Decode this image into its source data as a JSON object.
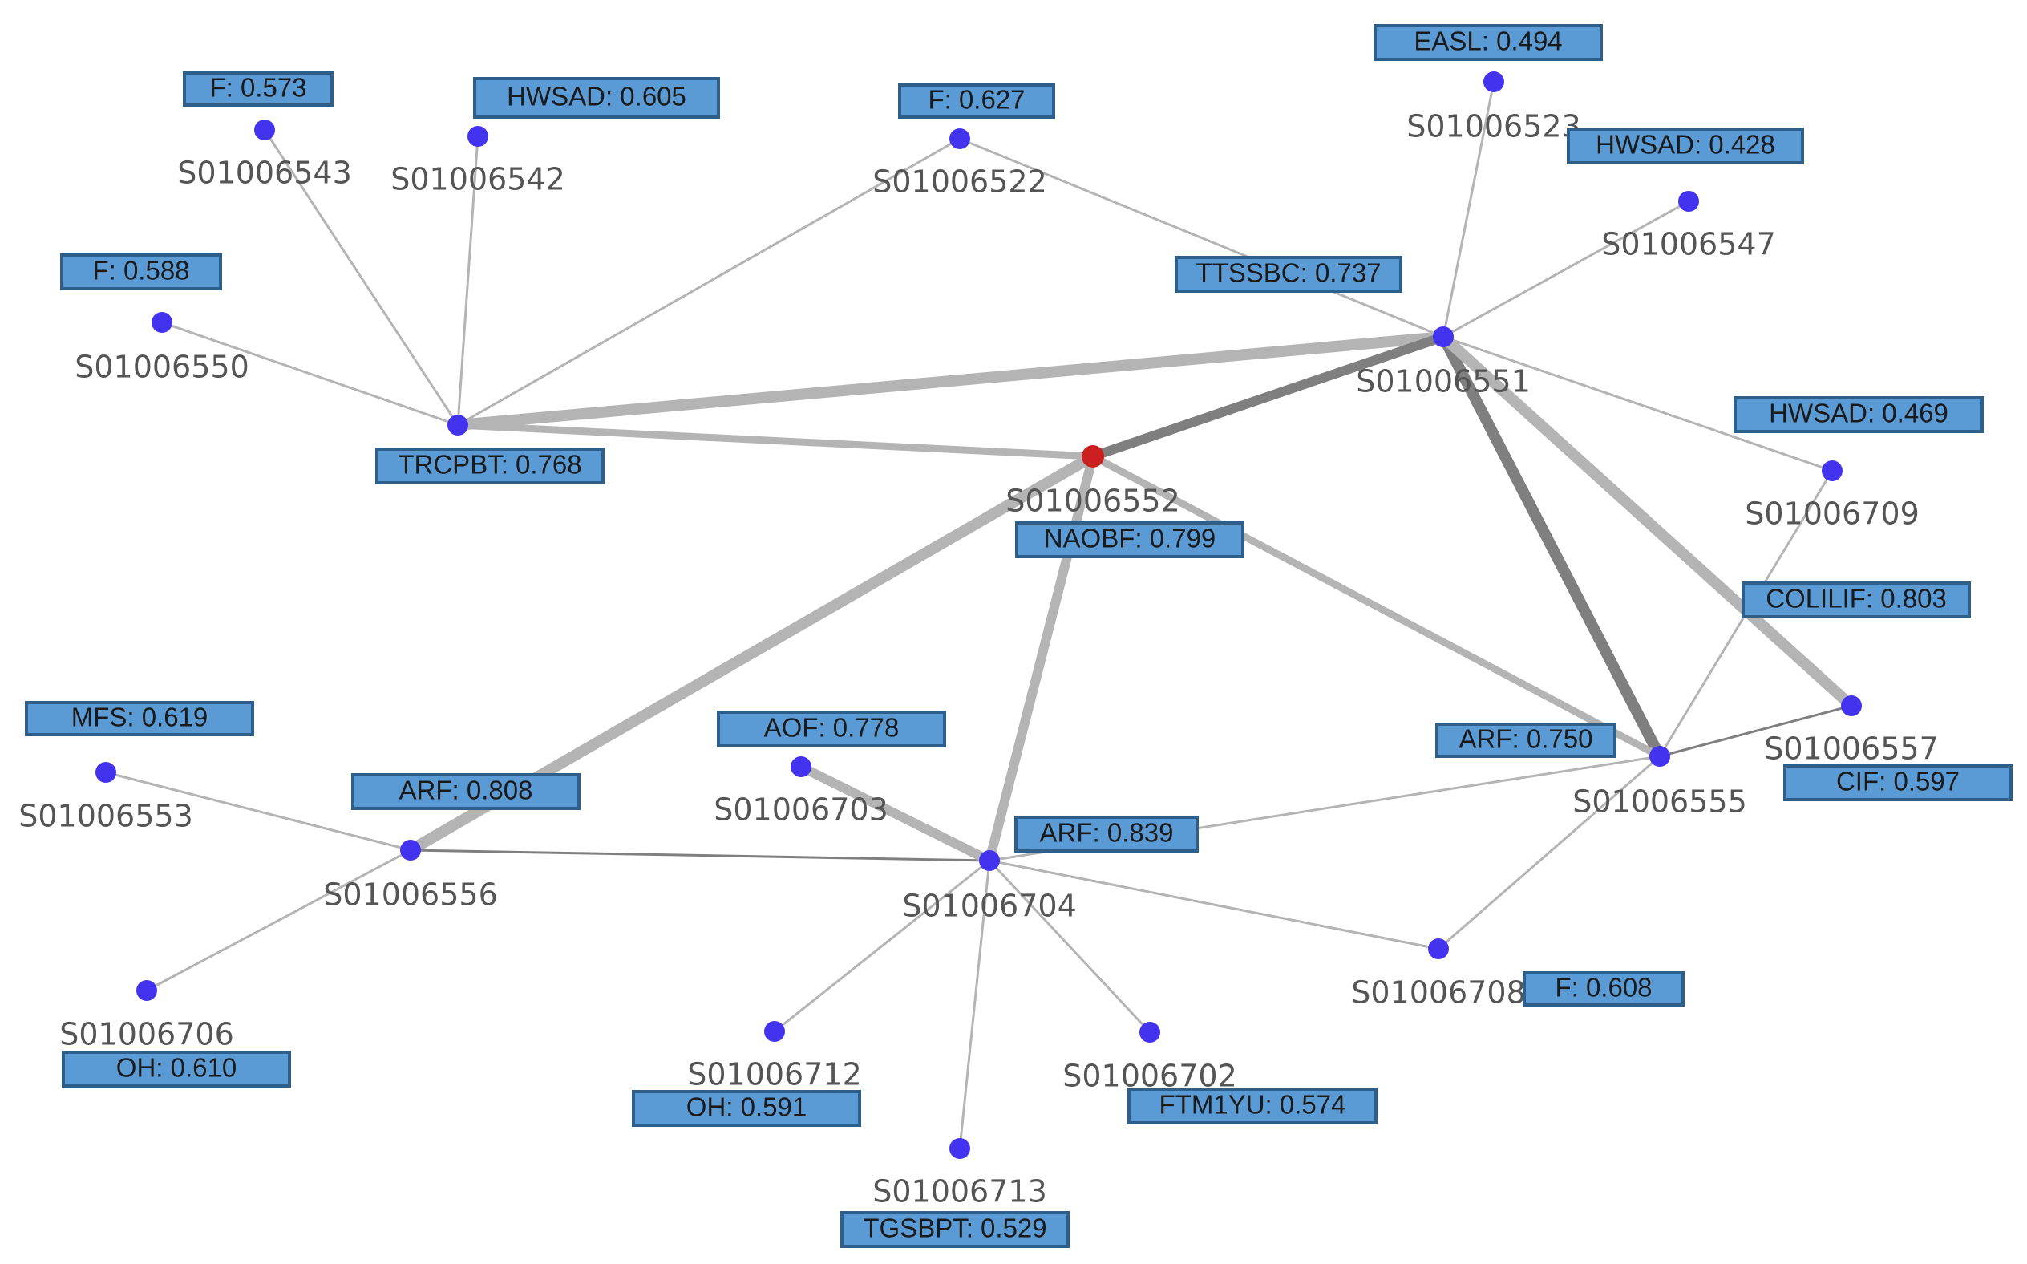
{
  "colors": {
    "node_default": "#4433ee",
    "node_highlight": "#cc1f1f",
    "edge": "#b4b4b4",
    "edge_dark": "#7f7f7f",
    "label_box_fill": "#5b9bd5",
    "label_box_border": "#2e5f8a"
  },
  "nodes": [
    {
      "id": "S01006543",
      "label": "S01006543",
      "score": "F: 0.573"
    },
    {
      "id": "S01006542",
      "label": "S01006542",
      "score": "HWSAD: 0.605"
    },
    {
      "id": "S01006522",
      "label": "S01006522",
      "score": "F: 0.627"
    },
    {
      "id": "S01006523",
      "label": "S01006523",
      "score": "EASL: 0.494"
    },
    {
      "id": "S01006547",
      "label": "S01006547",
      "score": "HWSAD: 0.428"
    },
    {
      "id": "S01006550",
      "label": "S01006550",
      "score": "F: 0.588"
    },
    {
      "id": "S01006551",
      "label": "S01006551",
      "score": "TTSSBC: 0.737"
    },
    {
      "id": "S01006552",
      "label": "S01006552",
      "score": "NAOBF: 0.799",
      "highlight": true
    },
    {
      "id": "TRCPBT",
      "label": "",
      "score": "TRCPBT: 0.768"
    },
    {
      "id": "S01006709",
      "label": "S01006709",
      "score": "HWSAD: 0.469"
    },
    {
      "id": "S01006555",
      "label": "S01006555",
      "score": "ARF: 0.750"
    },
    {
      "id": "S01006557",
      "label": "S01006557",
      "score": "CIF: 0.597"
    },
    {
      "id": "S01006553",
      "label": "S01006553",
      "score": "MFS: 0.619"
    },
    {
      "id": "S01006556",
      "label": "S01006556",
      "score": "ARF: 0.808"
    },
    {
      "id": "S01006703",
      "label": "S01006703",
      "score": "AOF: 0.778"
    },
    {
      "id": "S01006704",
      "label": "S01006704",
      "score": "ARF: 0.839"
    },
    {
      "id": "S01006706",
      "label": "S01006706",
      "score": "OH: 0.610"
    },
    {
      "id": "S01006712",
      "label": "S01006712",
      "score": "OH: 0.591"
    },
    {
      "id": "S01006702",
      "label": "S01006702",
      "score": "FTM1YU: 0.574"
    },
    {
      "id": "S01006713",
      "label": "S01006713",
      "score": "TGSBPT: 0.529"
    },
    {
      "id": "S01006708",
      "label": "S01006708",
      "score": "F: 0.608"
    }
  ],
  "extra_labels": [
    {
      "id": "colilif",
      "score": "COLILIF: 0.803"
    }
  ],
  "edges": [
    {
      "from": "S01006543",
      "to": "TRCPBT",
      "weight": 1
    },
    {
      "from": "S01006542",
      "to": "TRCPBT",
      "weight": 1
    },
    {
      "from": "S01006550",
      "to": "TRCPBT",
      "weight": 1
    },
    {
      "from": "S01006522",
      "to": "TRCPBT",
      "weight": 1
    },
    {
      "from": "S01006522",
      "to": "S01006551",
      "weight": 1
    },
    {
      "from": "TRCPBT",
      "to": "S01006551",
      "weight": 5
    },
    {
      "from": "TRCPBT",
      "to": "S01006552",
      "weight": 3
    },
    {
      "from": "S01006523",
      "to": "S01006551",
      "weight": 1
    },
    {
      "from": "S01006547",
      "to": "S01006551",
      "weight": 1
    },
    {
      "from": "S01006551",
      "to": "S01006552",
      "weight": 4,
      "dark": true
    },
    {
      "from": "S01006551",
      "to": "S01006709",
      "weight": 1
    },
    {
      "from": "S01006551",
      "to": "S01006555",
      "weight": 5,
      "dark": true
    },
    {
      "from": "S01006551",
      "to": "S01006557",
      "weight": 5
    },
    {
      "from": "S01006552",
      "to": "S01006555",
      "weight": 3
    },
    {
      "from": "S01006552",
      "to": "S01006556",
      "weight": 5
    },
    {
      "from": "S01006552",
      "to": "S01006704",
      "weight": 4
    },
    {
      "from": "S01006709",
      "to": "S01006555",
      "weight": 1
    },
    {
      "from": "S01006555",
      "to": "S01006557",
      "weight": 1,
      "dark": true
    },
    {
      "from": "S01006555",
      "to": "S01006704",
      "weight": 1
    },
    {
      "from": "S01006555",
      "to": "S01006708",
      "weight": 1
    },
    {
      "from": "S01006553",
      "to": "S01006556",
      "weight": 1
    },
    {
      "from": "S01006556",
      "to": "S01006704",
      "weight": 1,
      "dark": true
    },
    {
      "from": "S01006556",
      "to": "S01006706",
      "weight": 1
    },
    {
      "from": "S01006703",
      "to": "S01006704",
      "weight": 4
    },
    {
      "from": "S01006704",
      "to": "S01006712",
      "weight": 1
    },
    {
      "from": "S01006704",
      "to": "S01006713",
      "weight": 1
    },
    {
      "from": "S01006704",
      "to": "S01006702",
      "weight": 1
    },
    {
      "from": "S01006704",
      "to": "S01006708",
      "weight": 1
    }
  ]
}
